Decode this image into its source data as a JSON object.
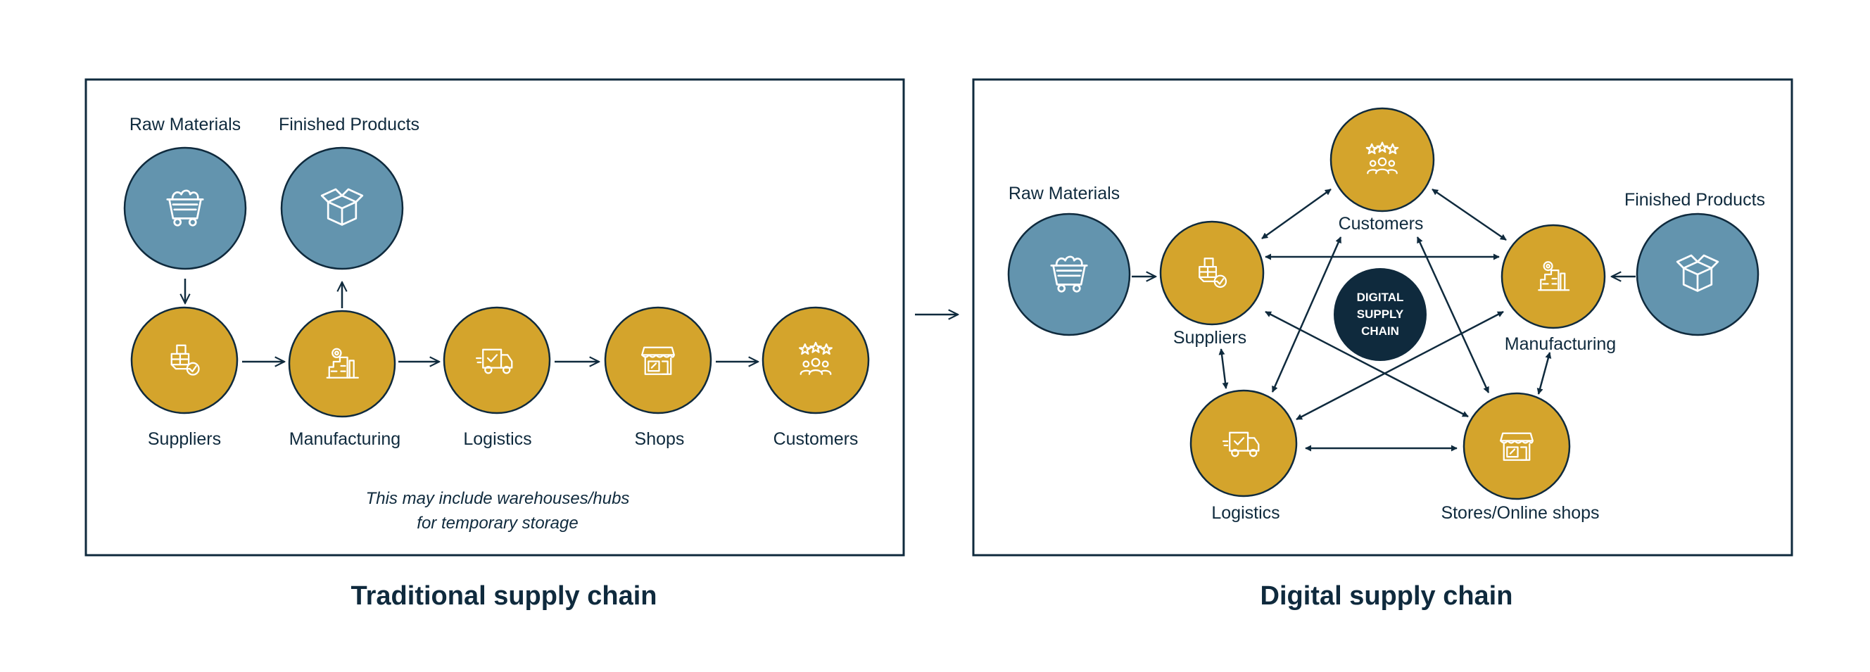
{
  "colors": {
    "gold": "#d4a42c",
    "steel_blue": "#6394ae",
    "navy": "#0f2a3d",
    "outline": "#0f2a3d"
  },
  "traditional": {
    "heading": "Traditional supply chain",
    "raw_materials": "Raw Materials",
    "finished_products": "Finished Products",
    "suppliers": "Suppliers",
    "manufacturing": "Manufacturing",
    "logistics": "Logistics",
    "shops": "Shops",
    "customers": "Customers",
    "note_line1": "This may include warehouses/hubs",
    "note_line2": "for temporary storage"
  },
  "digital": {
    "heading": "Digital supply chain",
    "raw_materials": "Raw Materials",
    "finished_products": "Finished Products",
    "customers": "Customers",
    "suppliers": "Suppliers",
    "manufacturing": "Manufacturing",
    "logistics": "Logistics",
    "stores": "Stores/Online shops",
    "hub_line1": "DIGITAL",
    "hub_line2": "SUPPLY",
    "hub_line3": "CHAIN"
  },
  "icons": [
    "mine-cart-icon",
    "box-icon",
    "supplier-boxes-icon",
    "factory-icon",
    "truck-icon",
    "storefront-icon",
    "customer-rating-icon"
  ]
}
